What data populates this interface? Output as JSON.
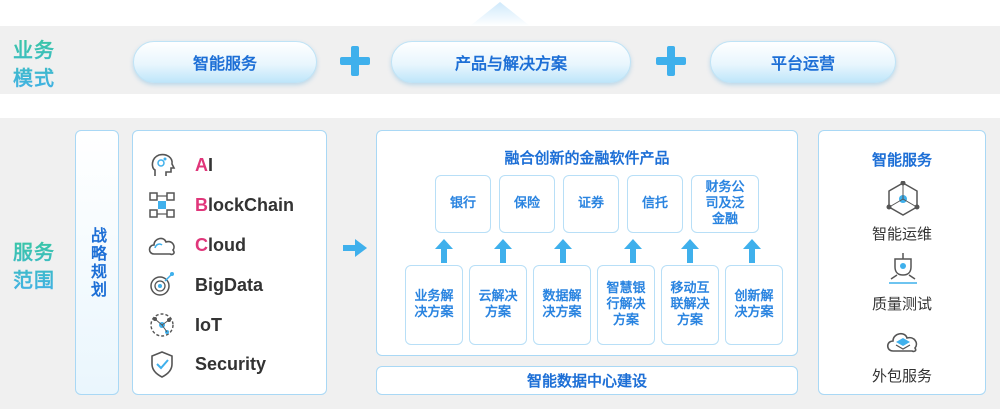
{
  "labels": {
    "mode": [
      "业务",
      "模式"
    ],
    "scope": [
      "服务",
      "范围"
    ]
  },
  "business_models": [
    "智能服务",
    "产品与解决方案",
    "平台运营"
  ],
  "strategy": "战略规划",
  "technologies": [
    {
      "first": "A",
      "rest": "I",
      "icon": "ai-head-icon"
    },
    {
      "first": "B",
      "rest": "lockChain",
      "icon": "blockchain-icon"
    },
    {
      "first": "C",
      "rest": "loud",
      "icon": "cloud-icon"
    },
    {
      "first": "",
      "rest": "BigData",
      "icon": "bigdata-icon"
    },
    {
      "first": "",
      "rest": "IoT",
      "icon": "iot-icon"
    },
    {
      "first": "",
      "rest": "Security",
      "icon": "security-shield-icon"
    }
  ],
  "products": {
    "title": "融合创新的金融软件产品",
    "top_row": [
      "银行",
      "保险",
      "证券",
      "信托",
      "财务公司及泛金融"
    ],
    "bottom_row": [
      "业务解决方案",
      "云解决方案",
      "数据解决方案",
      "智慧银行解决方案",
      "移动互联解决方案",
      "创新解决方案"
    ]
  },
  "data_center": "智能数据中心建设",
  "services": {
    "title": "智能服务",
    "items": [
      {
        "label": "智能运维",
        "icon": "ops-network-icon"
      },
      {
        "label": "质量测试",
        "icon": "quality-test-icon"
      },
      {
        "label": "外包服务",
        "icon": "outsourcing-cloud-icon"
      }
    ]
  },
  "colors": {
    "accent": "#1d6fd6",
    "light_blue": "#3fb0ec",
    "highlight_letter": "#e0367a",
    "band": "#f0f0f0"
  }
}
